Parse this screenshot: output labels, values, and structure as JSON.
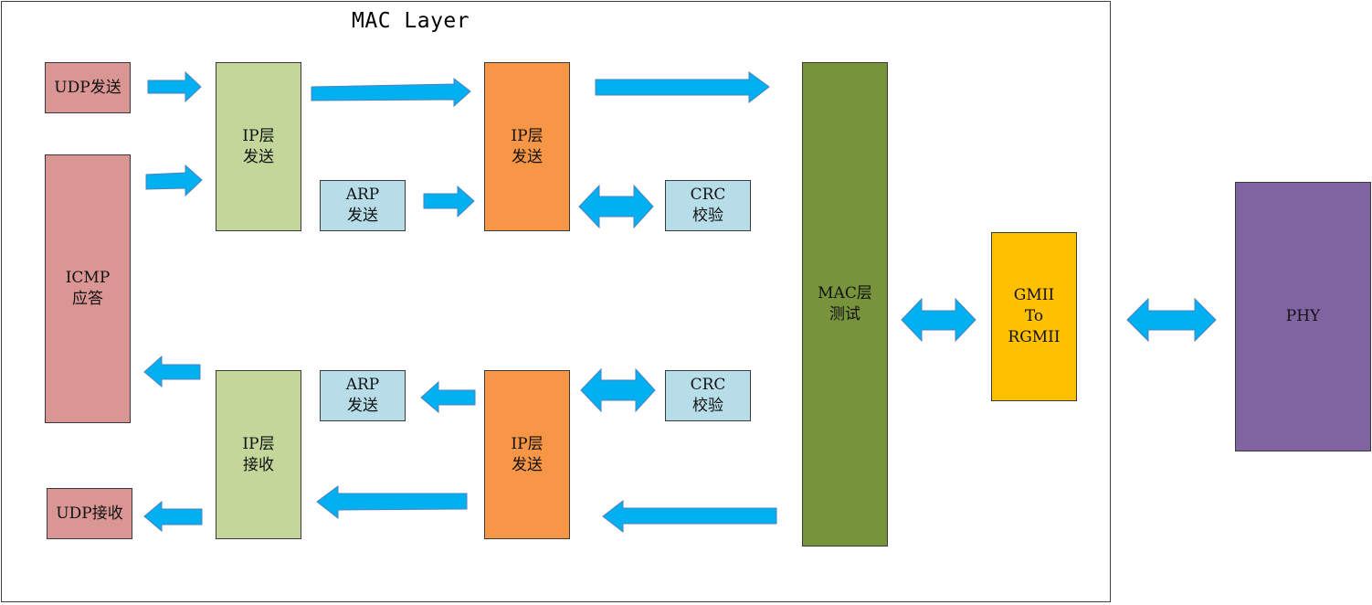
{
  "title": "MAC Layer",
  "colors": {
    "arrow": "#00b0f0",
    "arrow_stroke": "#4f81bd",
    "udp": "#d99694",
    "ip_layer": "#c4d79b",
    "ip_send": "#f79646",
    "arp_crc": "#b7dee8",
    "mac": "#77933c",
    "gmii": "#ffc000",
    "phy": "#8064a2"
  },
  "boxes": {
    "udp_send": "UDP发送",
    "icmp_reply": "ICMP\n应答",
    "udp_recv": "UDP接收",
    "ip_send_top": "IP层\n发送",
    "ip_recv_bottom": "IP层\n接收",
    "arp_send_top": "ARP\n发送",
    "arp_send_bottom": "ARP\n发送",
    "ip_send_orange_top": "IP层\n发送",
    "ip_send_orange_bottom": "IP层\n发送",
    "crc_top": "CRC\n校验",
    "crc_bottom": "CRC\n校验",
    "mac_test": "MAC层\n测试",
    "gmii_to_rgmii": "GMII\nTo\nRGMII",
    "phy": "PHY"
  }
}
